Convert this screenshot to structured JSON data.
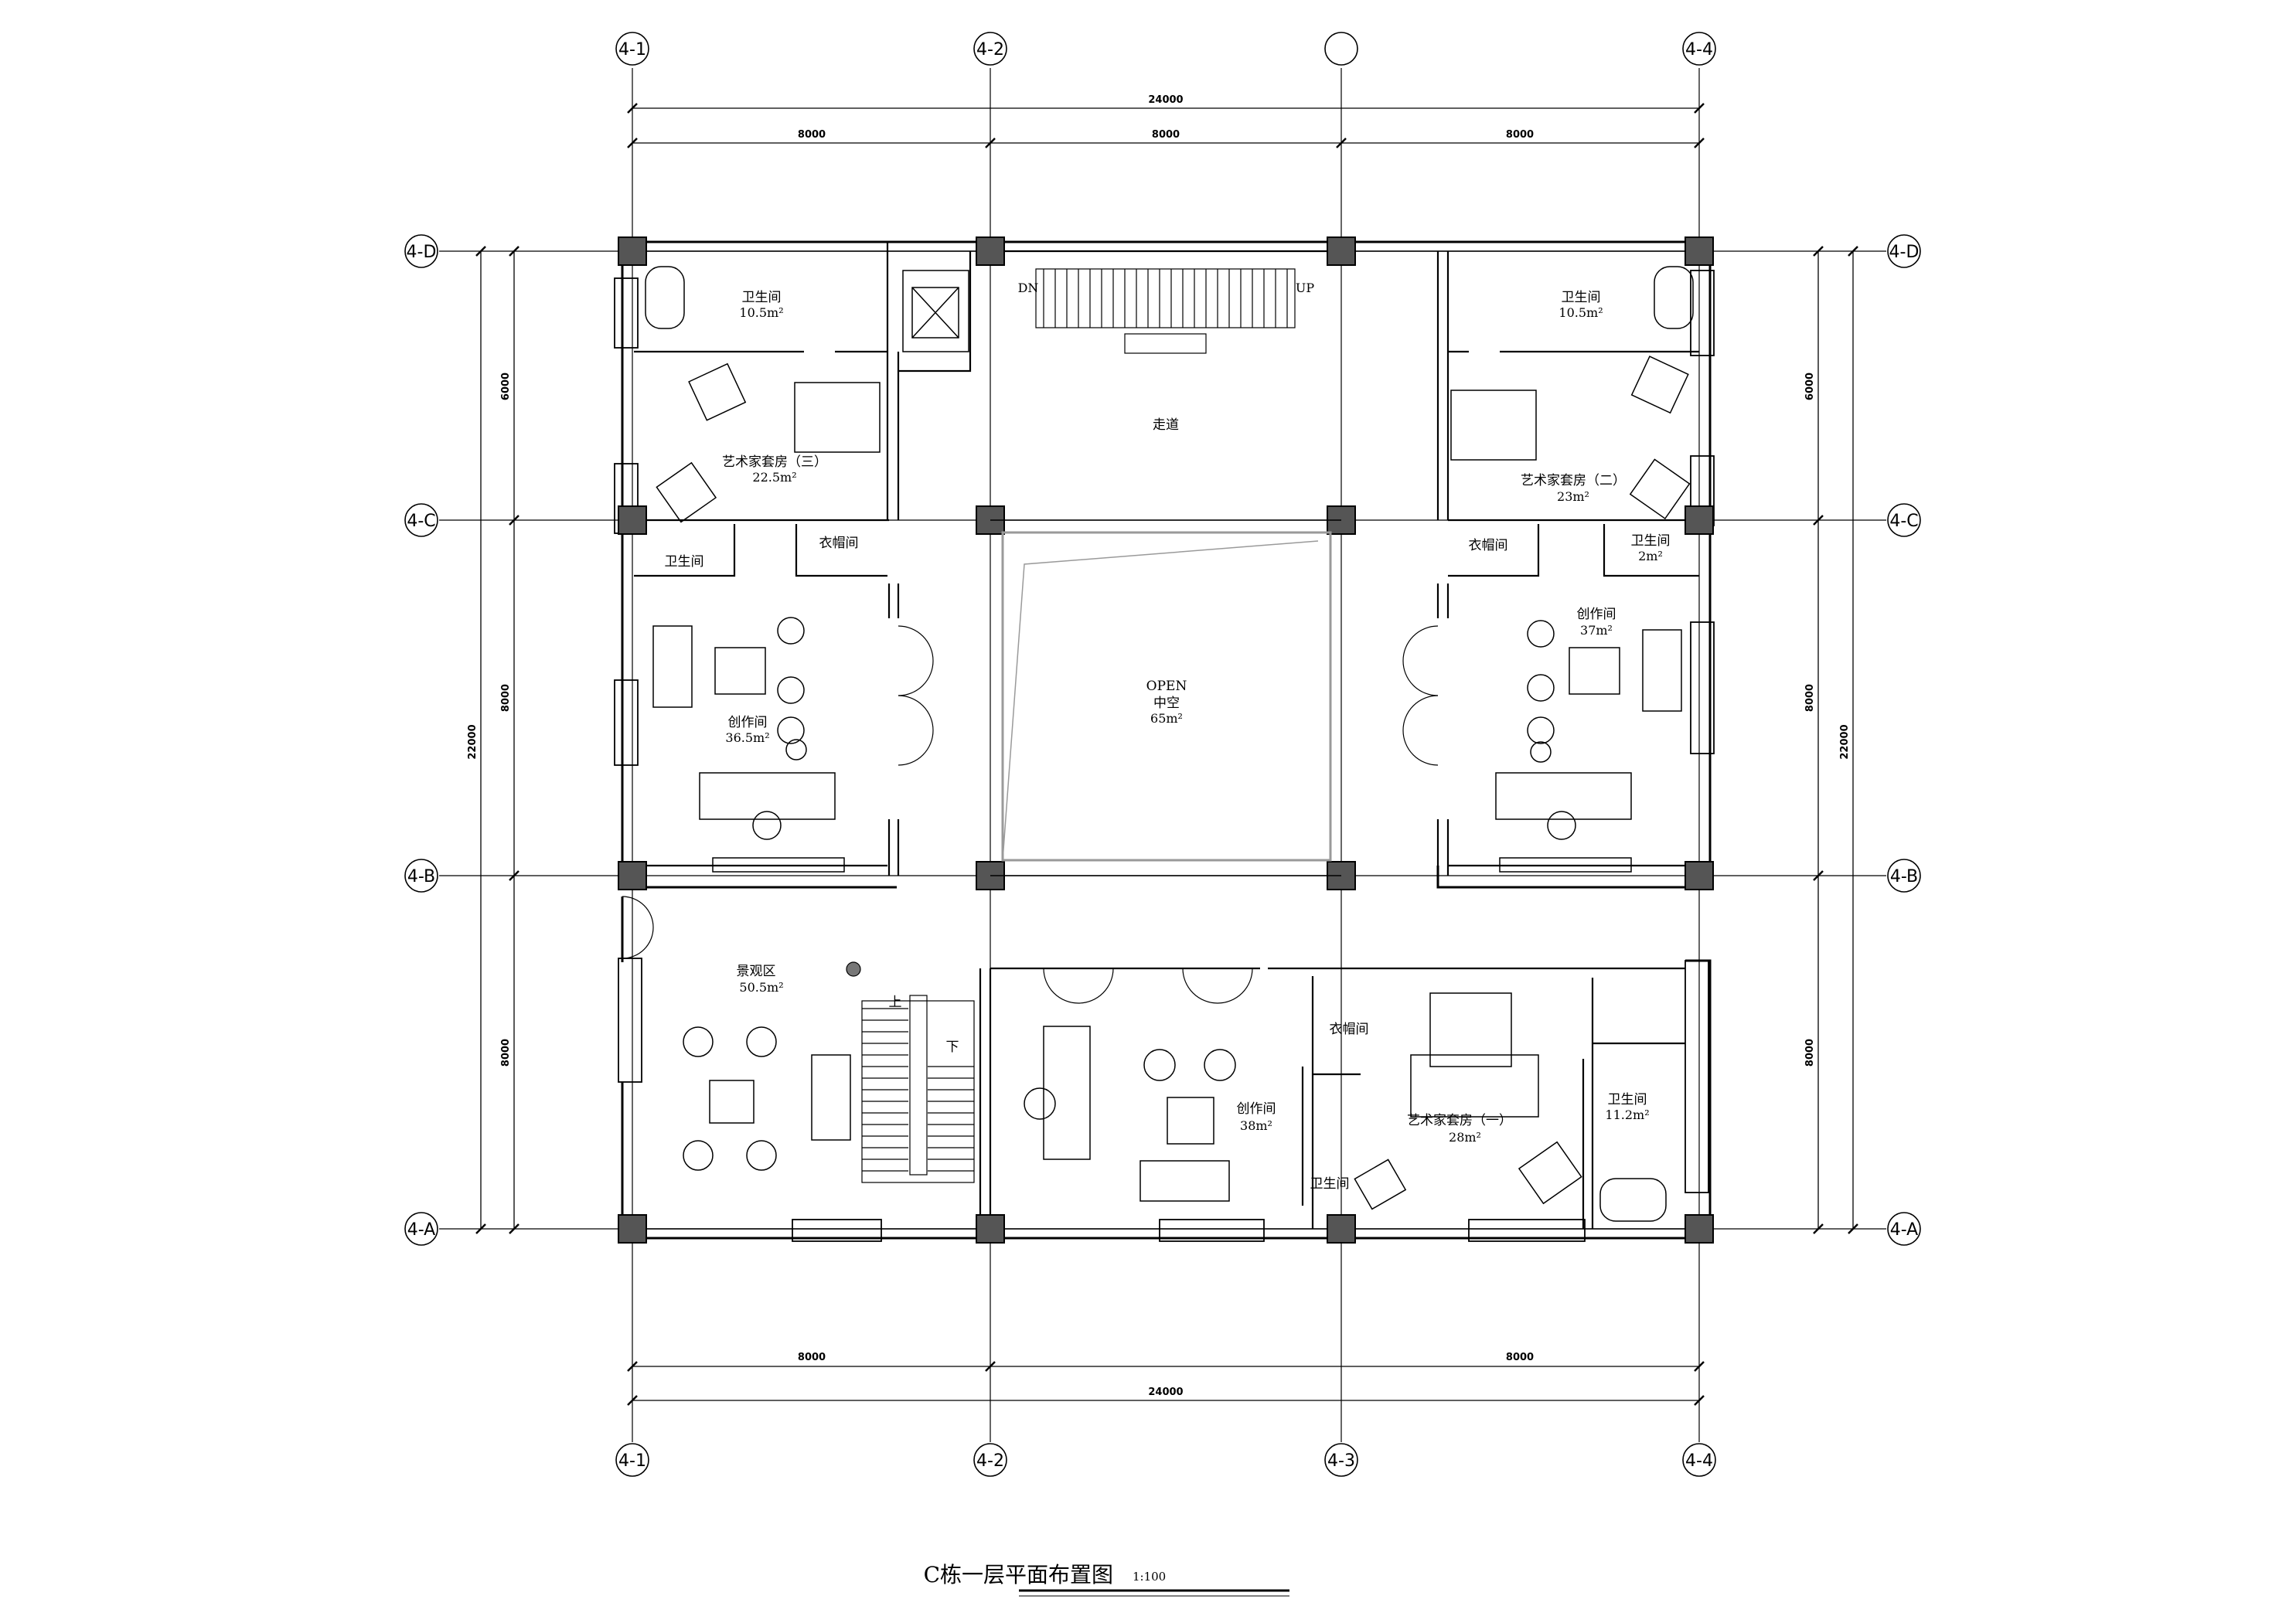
{
  "axes": {
    "top": [
      "4-1",
      "4-2",
      "",
      "4-4"
    ],
    "bottom": [
      "4-1",
      "4-2",
      "4-3",
      "4-4"
    ],
    "left": [
      "4-D",
      "4-C",
      "4-B",
      "4-A"
    ],
    "right": [
      "4-D",
      "4-C",
      "4-B",
      "4-A"
    ]
  },
  "dimensions": {
    "total": "24000",
    "top_spans": [
      "8000",
      "8000",
      "8000"
    ],
    "bottom_spans": [
      "8000",
      "8000"
    ],
    "left_spans": [
      "6000",
      "8000",
      "8000"
    ],
    "left_total": "22000",
    "right_spans": [
      "6000",
      "8000",
      "8000"
    ],
    "right_total": "22000"
  },
  "rooms": {
    "tl_bath": {
      "name": "卫生间",
      "area": "10.5m²"
    },
    "tl_suite": {
      "name": "艺术家套房（三）",
      "area": "22.5m²"
    },
    "tl_wc": {
      "name": "卫生间",
      "area": ""
    },
    "tl_closet": {
      "name": "衣帽间",
      "area": ""
    },
    "tl_studio": {
      "name": "创作间",
      "area": "36.5m²"
    },
    "corridor": {
      "name": "走道",
      "area": ""
    },
    "stair_dn": {
      "name": "DN",
      "area": ""
    },
    "stair_up": {
      "name": "UP",
      "area": ""
    },
    "atrium": {
      "name": "OPEN",
      "sub": "中空",
      "area": "65m²"
    },
    "tr_bath": {
      "name": "卫生间",
      "area": "10.5m²"
    },
    "tr_suite": {
      "name": "艺术家套房（二）",
      "area": "23m²"
    },
    "tr_closet": {
      "name": "衣帽间",
      "area": ""
    },
    "tr_wc": {
      "name": "卫生间",
      "area": "2m²"
    },
    "tr_studio": {
      "name": "创作间",
      "area": "37m²"
    },
    "bl_land": {
      "name": "景观区",
      "area": "50.5m²"
    },
    "stair_up2": {
      "name": "上",
      "area": ""
    },
    "stair_dn2": {
      "name": "下",
      "area": ""
    },
    "bm_studio": {
      "name": "创作间",
      "area": "38m²"
    },
    "bm_closet": {
      "name": "衣帽间",
      "area": ""
    },
    "bm_wc": {
      "name": "卫生间",
      "area": ""
    },
    "br_suite": {
      "name": "艺术家套房（一）",
      "area": "28m²"
    },
    "br_bath": {
      "name": "卫生间",
      "area": "11.2m²"
    }
  },
  "title": {
    "main": "C栋一层平面布置图",
    "scale": "1:100"
  },
  "colors": {
    "line": "#000000",
    "column": "#555555",
    "atrium_line": "#9a9a9a"
  }
}
